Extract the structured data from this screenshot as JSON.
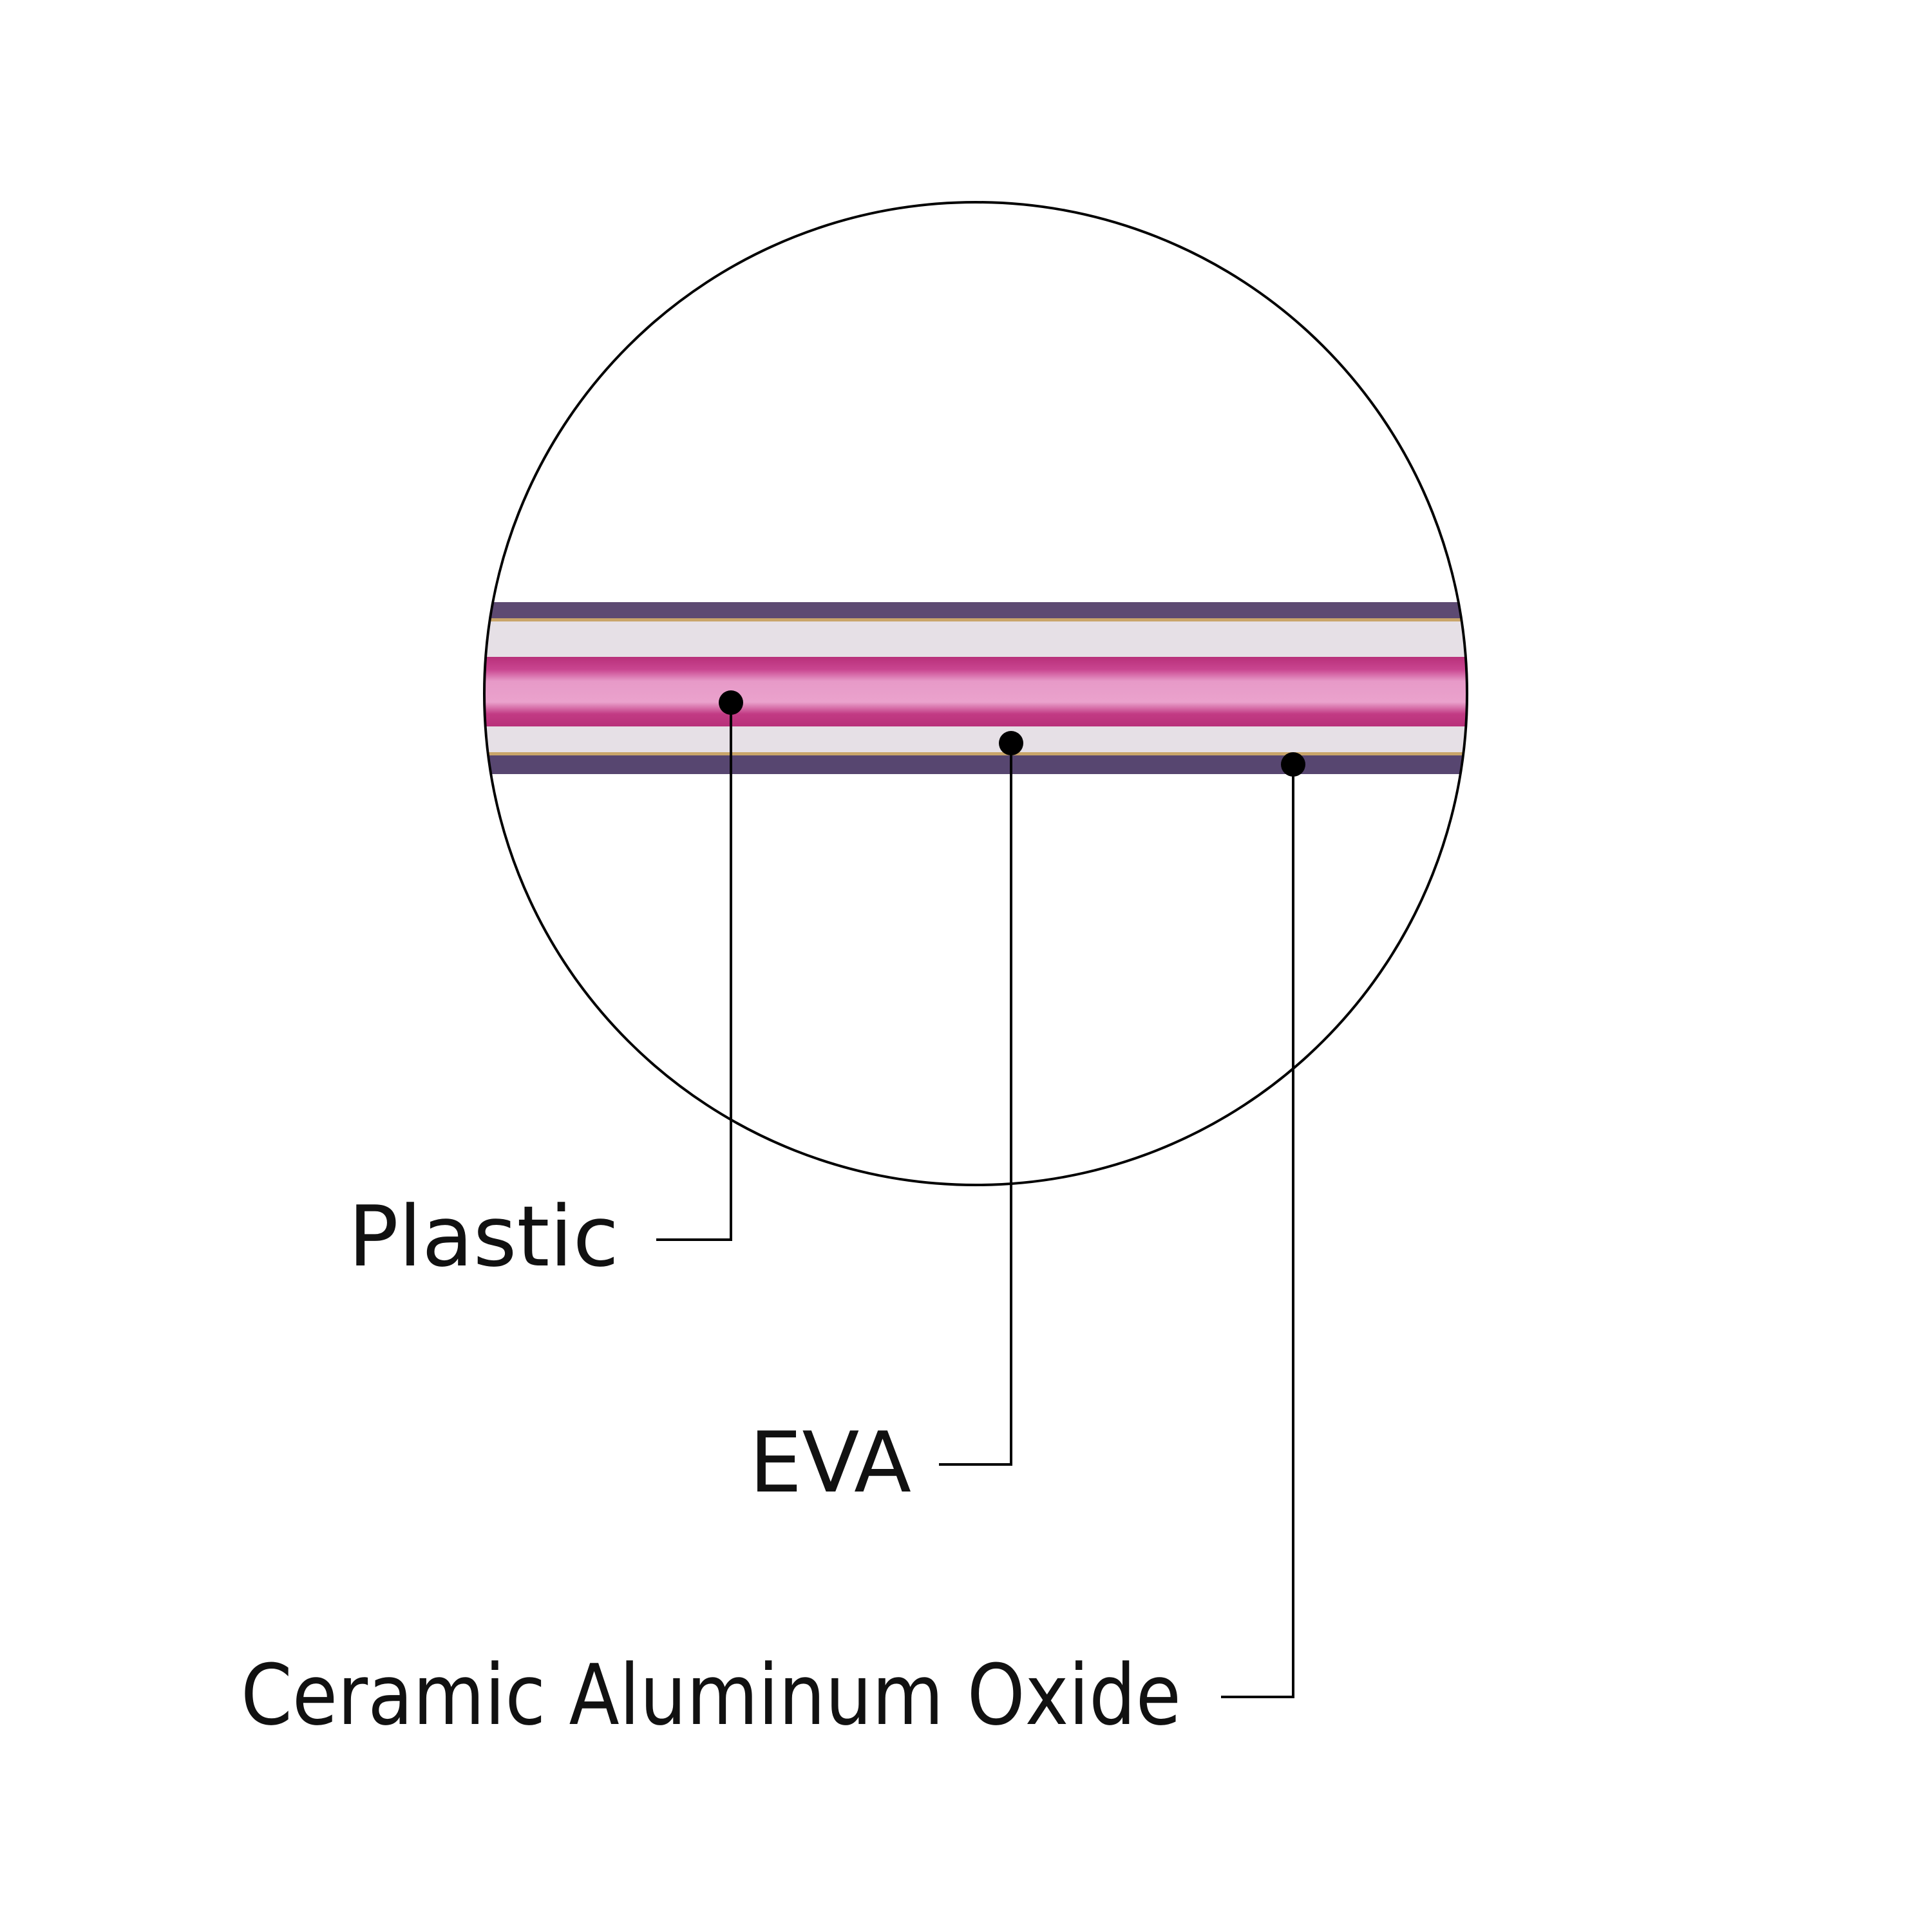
{
  "labels": {
    "plastic": "Plastic",
    "eva": "EVA",
    "ceramic": "Ceramic Aluminum Oxide"
  },
  "colors": {
    "purple": "#5d4a72",
    "gold": "#c9a56a",
    "white_layer": "#e6e0e6",
    "magenta": "#c0357f",
    "pink": "#e795c6",
    "line": "#000000"
  }
}
